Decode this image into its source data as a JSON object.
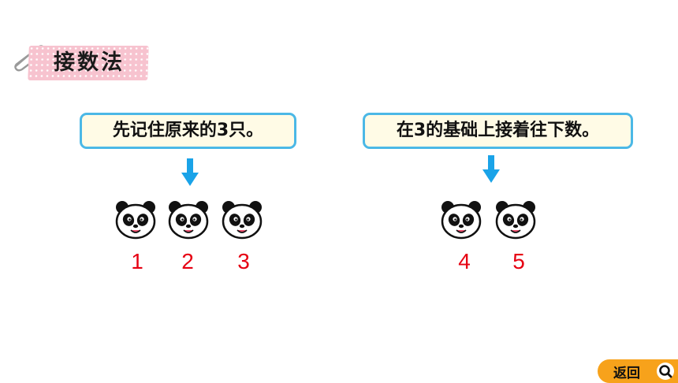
{
  "title": "接数法",
  "left": {
    "hint": "先记住原来的3只。",
    "counts": [
      "1",
      "2",
      "3"
    ]
  },
  "right": {
    "hint": "在3的基础上接着往下数。",
    "counts": [
      "4",
      "5"
    ]
  },
  "back_button": {
    "label": "返回"
  },
  "colors": {
    "number": "#e60012",
    "arrow": "#1aa3e8",
    "bubble_border": "#4bb8e6",
    "bubble_fill": "#fffbe6",
    "tag": "#f7c3cf",
    "back_button": "#f7a21b"
  },
  "icons": [
    "paperclip-icon",
    "down-arrow-icon",
    "panda-icon",
    "magnifier-icon"
  ]
}
